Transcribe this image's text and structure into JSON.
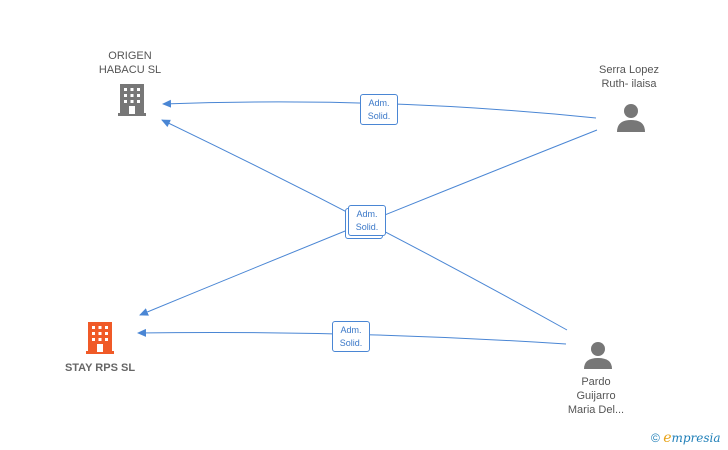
{
  "nodes": {
    "origen": {
      "lines": [
        "ORIGEN",
        "HABACU  SL"
      ],
      "color": "#777777"
    },
    "stay": {
      "lines": [
        "STAY RPS  SL"
      ],
      "color": "#f05a28"
    },
    "serra": {
      "lines": [
        "Serra Lopez",
        "Ruth- ilaisa"
      ],
      "color": "#777777"
    },
    "pardo": {
      "lines": [
        "Pardo",
        "Guijarro",
        "Maria Del..."
      ],
      "color": "#777777"
    }
  },
  "edges": {
    "badge_line1": "Adm.",
    "badge_line2": "Solid.",
    "line_color": "#4a86d4"
  },
  "brand": {
    "copyright": "©",
    "e": "e",
    "rest": "mpresia"
  }
}
